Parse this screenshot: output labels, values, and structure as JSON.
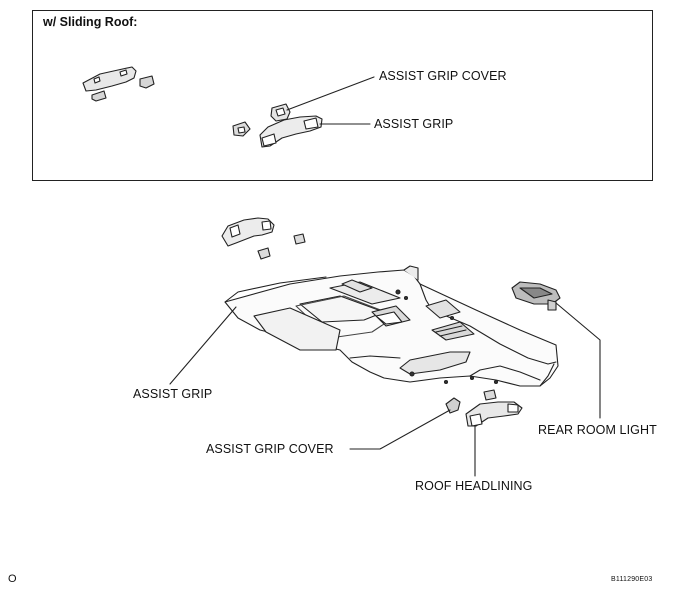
{
  "inset": {
    "title": "w/ Sliding Roof:"
  },
  "labels": {
    "inset_assist_grip_cover": "ASSIST GRIP COVER",
    "inset_assist_grip": "ASSIST GRIP",
    "assist_grip": "ASSIST GRIP",
    "assist_grip_cover": "ASSIST GRIP COVER",
    "roof_headlining": "ROOF HEADLINING",
    "rear_room_light": "REAR ROOM LIGHT"
  },
  "footer": {
    "corner_mark": "O",
    "figure_code": "B111290E03"
  }
}
